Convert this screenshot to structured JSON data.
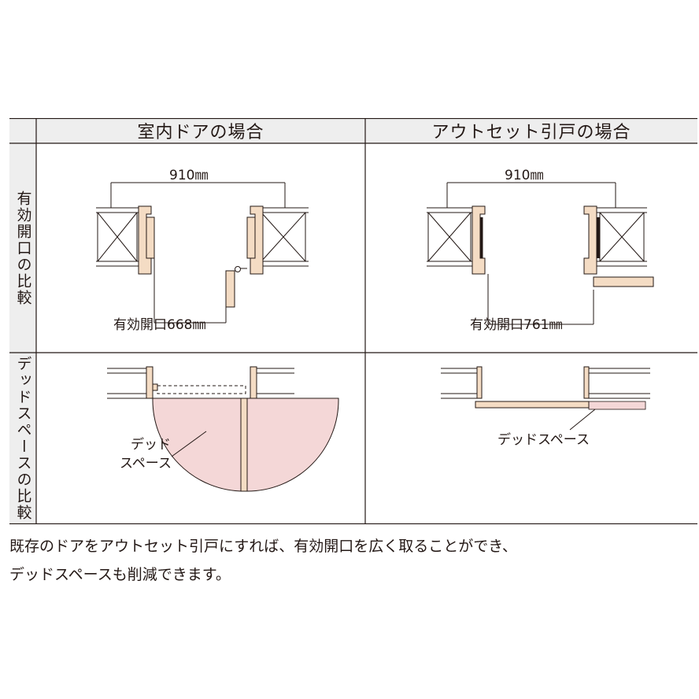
{
  "table": {
    "col_headers": [
      "室内ドアの場合",
      "アウトセット引戸の場合"
    ],
    "row_headers": [
      "有効開口の比較",
      "デッドスペースの比較"
    ],
    "opening": {
      "door_width_left": "910㎜",
      "door_width_right": "910㎜",
      "effective_left": "有効開口668㎜",
      "effective_right": "有効開口761㎜"
    },
    "dead_space": {
      "left_label_line1": "デッド",
      "left_label_line2": "スペース",
      "right_label": "デッドスペース"
    }
  },
  "caption": {
    "line1": "既存のドアをアウトセット引戸にすれば、有効開口を広く取ることができ、",
    "line2": "デッドスペースも削減できます。"
  },
  "colors": {
    "header_fill": "#eeeeee",
    "dead_space_fill": "#f4d7d7",
    "wood_fill": "#f4dcc4",
    "line": "#231815"
  }
}
